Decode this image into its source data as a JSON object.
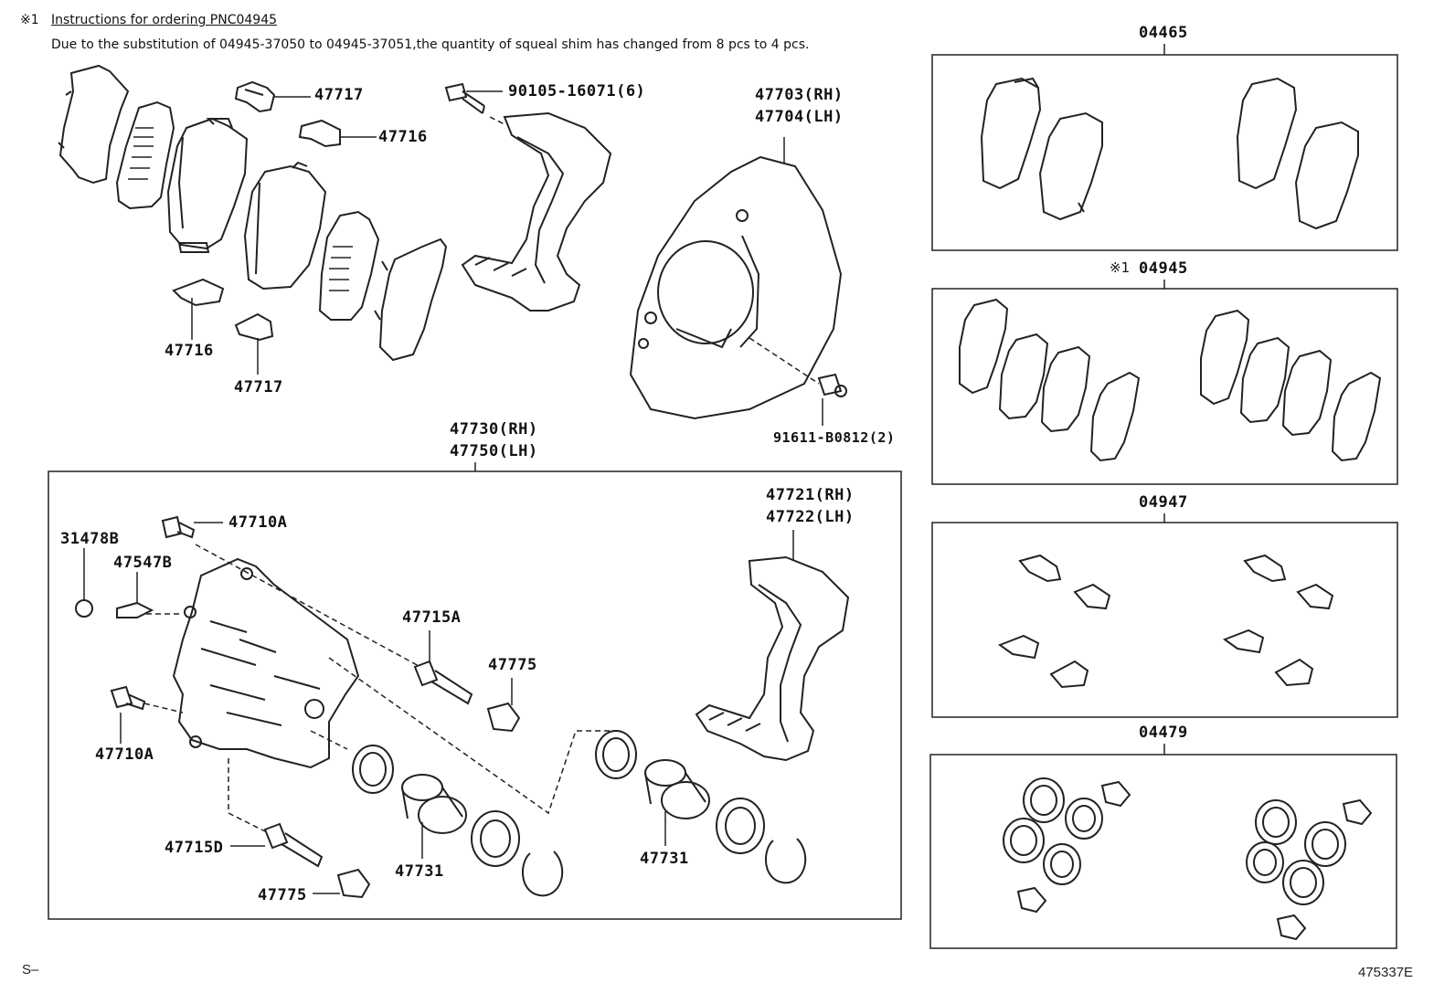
{
  "note": {
    "marker": "※1",
    "title": "Instructions for ordering PNC04945",
    "text": "Due to the substitution of 04945-37050 to 04945-37051,the quantity of squeal shim has changed from 8 pcs to 4 pcs."
  },
  "labels": {
    "p47717_top": "47717",
    "p47716_top": "47716",
    "p47716_bot": "47716",
    "p47717_bot": "47717",
    "bolt_90105": "90105-16071(6)",
    "dust_rh": "47703(RH)",
    "dust_lh": "47704(LH)",
    "bolt_91611": "91611-B0812(2)",
    "caliper_rh": "47730(RH)",
    "caliper_lh": "47750(LH)",
    "p47710A_top": "47710A",
    "p31478B": "31478B",
    "p47547B": "47547B",
    "p47710A_bot": "47710A",
    "p47715A": "47715A",
    "p47775_a": "47775",
    "p47715D": "47715D",
    "p47775_b": "47775",
    "p47731_a": "47731",
    "p47731_b": "47731",
    "mount_rh": "47721(RH)",
    "mount_lh": "47722(LH)"
  },
  "kits": {
    "k04465": "04465",
    "k04945_marker": "※1",
    "k04945": "04945",
    "k04947": "04947",
    "k04479": "04479"
  },
  "footer": {
    "left": "S–",
    "right": "475337E"
  }
}
